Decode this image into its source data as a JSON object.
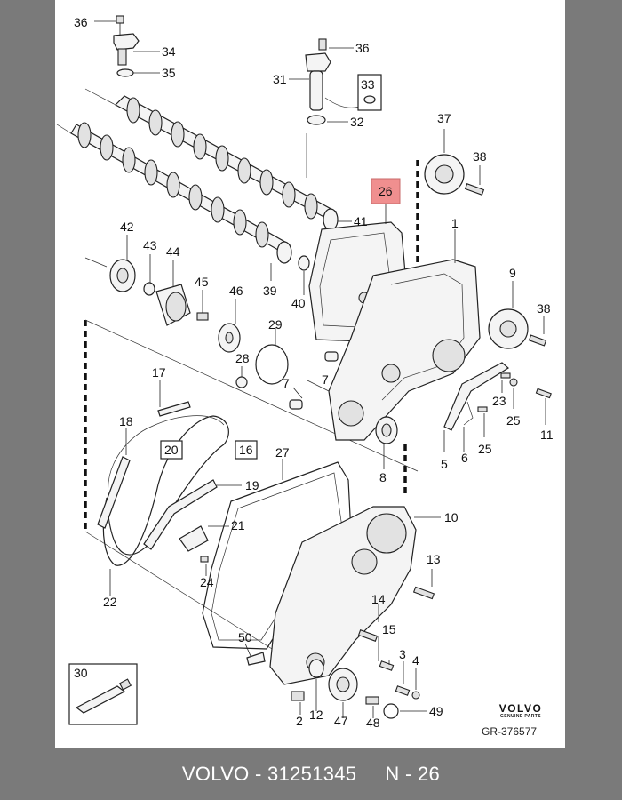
{
  "callouts": {
    "c1": "1",
    "c2": "2",
    "c3": "3",
    "c4": "4",
    "c5": "5",
    "c6": "6",
    "c7a": "7",
    "c7b": "7",
    "c8": "8",
    "c9": "9",
    "c10": "10",
    "c11": "11",
    "c12": "12",
    "c13": "13",
    "c14": "14",
    "c15": "15",
    "c16": "16",
    "c17": "17",
    "c18": "18",
    "c19": "19",
    "c20": "20",
    "c21": "21",
    "c22": "22",
    "c23": "23",
    "c24": "24",
    "c25a": "25",
    "c25b": "25",
    "c26": "26",
    "c27": "27",
    "c28": "28",
    "c29": "29",
    "c30": "30",
    "c31": "31",
    "c32": "32",
    "c33": "33",
    "c34": "34",
    "c35": "35",
    "c36a": "36",
    "c36b": "36",
    "c37": "37",
    "c38a": "38",
    "c38b": "38",
    "c39": "39",
    "c40": "40",
    "c41": "41",
    "c42": "42",
    "c43": "43",
    "c44": "44",
    "c45": "45",
    "c46": "46",
    "c47": "47",
    "c48": "48",
    "c49": "49",
    "c50": "50"
  },
  "brand": {
    "name": "VOLVO",
    "subtitle": "GENUINE PARTS"
  },
  "drawing_code": "GR-376577",
  "footer": {
    "text": "VOLVO - 31251345     N - 26"
  },
  "colors": {
    "highlight": "#f08f8f",
    "frame": "#7a7a7a",
    "sheet": "#ffffff"
  }
}
